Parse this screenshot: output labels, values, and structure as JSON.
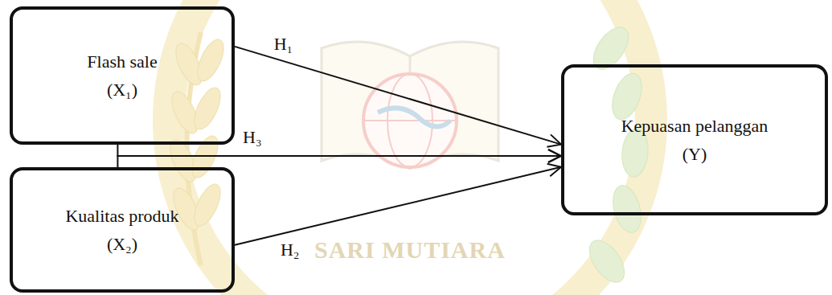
{
  "diagram": {
    "nodes": [
      {
        "text": [
          "Flash sale (X₁)"
        ]
      },
      {
        "text": [
          "Kualitas produk (X₂)"
        ]
      },
      {
        "text": [
          "Kepuasan pelanggan (Y)"
        ]
      }
    ],
    "edges": [
      {
        "from": 0,
        "to": 2,
        "arrow": "to",
        "label": "H₁"
      },
      {
        "from": 0,
        "to": 2,
        "arrow": "to",
        "label": "H₃"
      },
      {
        "from": 1,
        "to": 2,
        "arrow": "to"
      },
      {
        "from": 1,
        "to": 2,
        "arrow": "to",
        "label": "H₂"
      }
    ],
    "labels": [
      "SARI MUTIARA"
    ]
  }
}
